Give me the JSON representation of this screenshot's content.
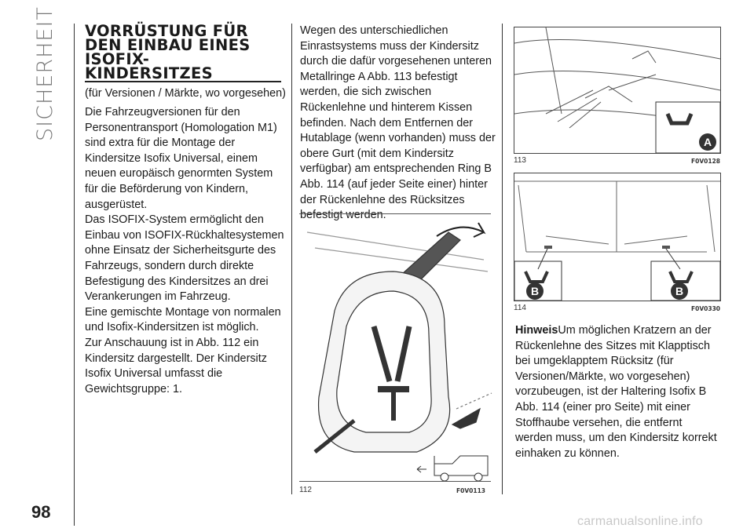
{
  "section": "SICHERHEIT",
  "page_number": "98",
  "title": "VORRÜSTUNG FÜR DEN EINBAU EINES ISOFIX-KINDERSITZES",
  "title_lines": [
    "VORRÜSTUNG FÜR",
    "DEN EINBAU EINES",
    "ISOFIX-",
    "KINDERSITZES"
  ],
  "subtitle": "(für Versionen / Märkte, wo vorgesehen)",
  "col1_paragraphs": [
    "Die Fahrzeugversionen für den Personentransport (Homologation M1) sind extra für die Montage der Kindersitze Isofix Universal, einem neuen europäisch genormten System für die Beförderung von Kindern, ausgerüstet.",
    "Das ISOFIX-System ermöglicht den Einbau von ISOFIX-Rückhaltesystemen ohne Einsatz der Sicherheitsgurte des Fahrzeugs, sondern durch direkte Befestigung des Kindersitzes an drei Verankerungen im Fahrzeug.",
    "Eine gemischte Montage von normalen und Isofix-Kindersitzen ist möglich.",
    "Zur Anschauung ist in Abb. 112 ein Kindersitz dargestellt. Der Kindersitz Isofix Universal umfasst die Gewichtsgruppe: 1."
  ],
  "col2_paragraph": "Wegen des unterschiedlichen Einrastsystems muss der Kindersitz durch die dafür vorgesehenen unteren Metallringe A Abb. 113 befestigt werden, die sich zwischen Rückenlehne und hinterem Kissen befinden. Nach dem Entfernen der Hutablage (wenn vorhanden) muss der obere Gurt (mit dem Kindersitz verfügbar) am entsprechenden Ring B Abb. 114 (auf jeder Seite einer) hinter der Rückenlehne des Rücksitzes befestigt werden.",
  "hint": {
    "label": "Hinweis",
    "text": "Um möglichen Kratzern an der Rückenlehne des Sitzes mit Klapptisch bei umgeklapptem Rücksitz (für Versionen/Märkte, wo vorgesehen) vorzubeugen, ist der Haltering Isofix B Abb. 114 (einer pro Seite) mit einer Stoffhaube versehen, die entfernt werden muss, um den Kindersitz korrekt einhaken zu können."
  },
  "figures": [
    {
      "number": "112",
      "code": "F0V0113"
    },
    {
      "number": "113",
      "code": "F0V0128",
      "callout": "A"
    },
    {
      "number": "114",
      "code": "F0V0330",
      "callouts": [
        "B",
        "B"
      ]
    }
  ],
  "watermark": "carmanualsonline.info"
}
